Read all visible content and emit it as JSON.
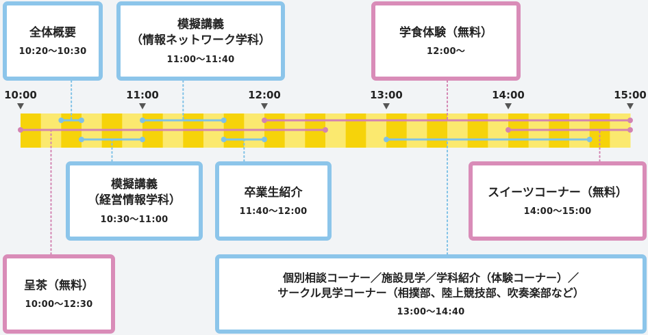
{
  "colors": {
    "band_dark": "#f6d30a",
    "band_light": "#fbe96f",
    "blue": "#8cc5ea",
    "blue_line": "#7fc1e6",
    "pink": "#d98cb8",
    "pink_line": "#d383b1",
    "arrow": "#555555"
  },
  "timeline": {
    "start": "10:00",
    "end": "15:00",
    "ticks": [
      "10:00",
      "11:00",
      "12:00",
      "13:00",
      "14:00",
      "15:00"
    ]
  },
  "events": [
    {
      "id": "zentai-gaiyou",
      "title": "全体概要",
      "time": "10:20～10:30",
      "start": "10:20",
      "end": "10:30",
      "color": "blue",
      "lane": "upper",
      "anchor": "10:25"
    },
    {
      "id": "mogi-jouhou",
      "title": "模擬講義\n（情報ネットワーク学科）",
      "time": "11:00～11:40",
      "start": "11:00",
      "end": "11:40",
      "color": "blue",
      "lane": "upper",
      "anchor": "11:20"
    },
    {
      "id": "gakushoku",
      "title": "学食体験（無料）",
      "time": "12:00～",
      "start": "12:00",
      "end": "15:00",
      "color": "pink",
      "lane": "upper",
      "anchor": "13:30"
    },
    {
      "id": "mogi-keiei",
      "title": "模擬講義\n（経営情報学科）",
      "time": "10:30～11:00",
      "start": "10:30",
      "end": "11:00",
      "color": "blue",
      "lane": "lower",
      "anchor": "10:45"
    },
    {
      "id": "sotsugyo",
      "title": "卒業生紹介",
      "time": "11:40～12:00",
      "start": "11:40",
      "end": "12:00",
      "color": "blue",
      "lane": "lower",
      "anchor": "11:50"
    },
    {
      "id": "sweets",
      "title": "スイーツコーナー（無料）",
      "time": "14:00～15:00",
      "start": "14:00",
      "end": "15:00",
      "color": "pink",
      "lane": "middle",
      "anchor": "14:45"
    },
    {
      "id": "teacha",
      "title": "呈茶（無料）",
      "time": "10:00～12:30",
      "start": "10:00",
      "end": "12:30",
      "color": "pink",
      "lane": "middle",
      "anchor": "10:15"
    },
    {
      "id": "kobetsu",
      "title": "個別相談コーナー／施設見学／学科紹介（体験コーナー）／\nサークル見学コーナー（相撲部、陸上競技部、吹奏楽部など）",
      "time": "13:00～14:40",
      "start": "13:00",
      "end": "14:40",
      "color": "blue",
      "lane": "lower",
      "anchor": "13:30"
    }
  ]
}
